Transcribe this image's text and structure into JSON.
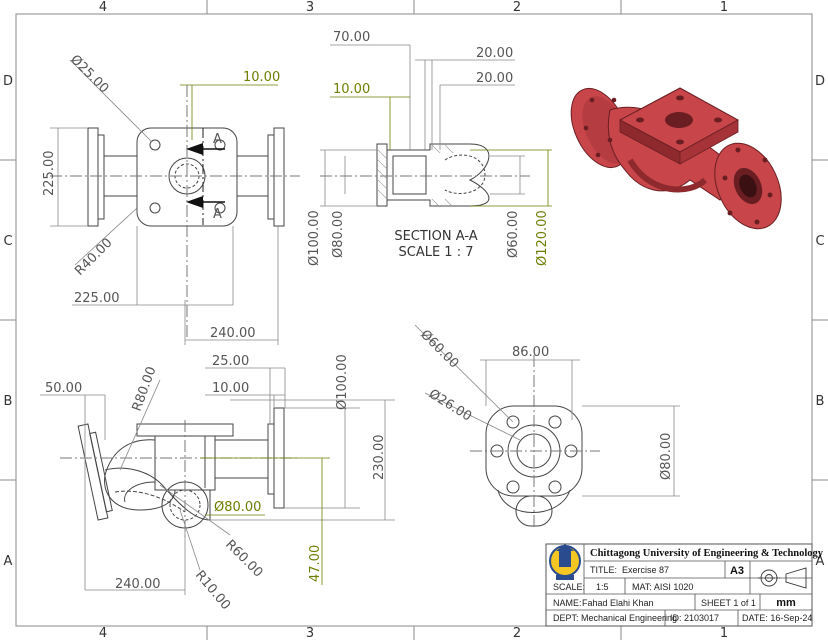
{
  "zones": {
    "columns": [
      "4",
      "3",
      "2",
      "1"
    ],
    "rows": [
      "D",
      "C",
      "B",
      "A"
    ]
  },
  "top_view": {
    "dims": {
      "d_hole": "Ø25.00",
      "radius": "R40.00",
      "height": "225.00",
      "width_lower": "225.00",
      "width_bottom": "240.00",
      "offset": "10.00"
    },
    "section_marker_top": "A",
    "section_marker_bottom": "A"
  },
  "section_view": {
    "dims": {
      "len_70": "70.00",
      "len_20a": "20.00",
      "len_20b": "20.00",
      "len_10": "10.00",
      "d100": "Ø100.00",
      "d80": "Ø80.00",
      "d60": "Ø60.00",
      "d120": "Ø120.00"
    },
    "label_line1": "SECTION A-A",
    "label_line2": "SCALE 1 : 7"
  },
  "front_view": {
    "dims": {
      "len_50": "50.00",
      "r80": "R80.00",
      "len_25": "25.00",
      "len_10": "10.00",
      "d100": "Ø100.00",
      "h230": "230.00",
      "d80": "Ø80.00",
      "h47": "47.00",
      "r60": "R60.00",
      "r10": "R10.00",
      "len_240": "240.00"
    }
  },
  "side_view": {
    "dims": {
      "d60": "Ø60.00",
      "w86": "86.00",
      "d26": "Ø26.00",
      "d80": "Ø80.00"
    }
  },
  "title_block": {
    "university": "Chittagong University of Engineering & Technology",
    "title_label": "TITLE:",
    "title_value": "Exercise 87",
    "paper_size": "A3",
    "scale_label": "SCALE:",
    "scale_value": "1:5",
    "material": "MAT: AISI 1020",
    "name_label": "NAME:",
    "name_value": "Fahad Elahi Khan",
    "sheet": "SHEET 1 of 1",
    "units": "mm",
    "dept": "DEPT: Mechanical Engineering",
    "id": "ID:  2103017",
    "date": "DATE: 16-Sep-24"
  },
  "colors": {
    "model_fill": "#c8464a",
    "model_shadow": "#8e2a2e",
    "model_light": "#e06a6a",
    "highlight_dim": "#6f7d00",
    "line": "#555555"
  }
}
